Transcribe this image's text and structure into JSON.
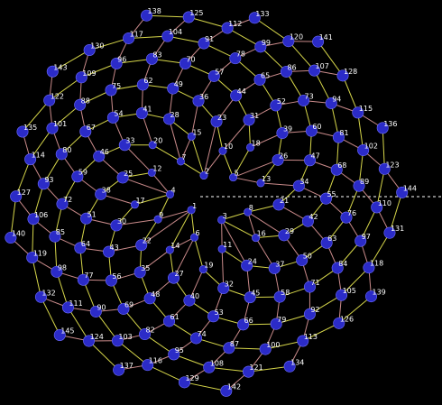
{
  "colors": {
    "background": "#000000",
    "node_fill": "#2b2bc8",
    "node_highlight": "#6f6fff",
    "edge_spiral_a": "#d6d64a",
    "edge_spiral_b": "#c98a8a",
    "label": "#ffffff",
    "axis": "#ffffff"
  },
  "graph": {
    "nodes": [
      "1",
      "2",
      "3",
      "4",
      "5",
      "6",
      "7",
      "8",
      "9",
      "10",
      "11",
      "12",
      "13",
      "14",
      "15",
      "16",
      "17",
      "18",
      "19",
      "20",
      "21",
      "22",
      "23",
      "24",
      "25",
      "26",
      "27",
      "28",
      "29",
      "30",
      "31",
      "32",
      "33",
      "34",
      "35",
      "36",
      "37",
      "38",
      "39",
      "40",
      "41",
      "42",
      "43",
      "44",
      "45",
      "46",
      "47",
      "48",
      "49",
      "50",
      "51",
      "52",
      "53",
      "54",
      "55",
      "56",
      "57",
      "58",
      "59",
      "60",
      "61",
      "62",
      "63",
      "64",
      "65",
      "66",
      "67",
      "68",
      "69",
      "70",
      "71",
      "72",
      "73",
      "74",
      "75",
      "76",
      "77",
      "78",
      "79",
      "80",
      "81",
      "82",
      "83",
      "84",
      "85",
      "86",
      "87",
      "88",
      "89",
      "90",
      "91",
      "92",
      "93",
      "94",
      "95",
      "96",
      "97",
      "98",
      "99",
      "100",
      "101",
      "102",
      "103",
      "104",
      "105",
      "106",
      "107",
      "108",
      "109",
      "110",
      "111",
      "112",
      "113",
      "114",
      "115",
      "116",
      "117",
      "118",
      "119",
      "120",
      "121",
      "122",
      "123",
      "124",
      "125",
      "126",
      "127",
      "128",
      "129",
      "130",
      "131",
      "132",
      "133",
      "134",
      "135",
      "136",
      "137",
      "138",
      "139",
      "140",
      "141",
      "142",
      "143",
      "144",
      "145"
    ]
  }
}
